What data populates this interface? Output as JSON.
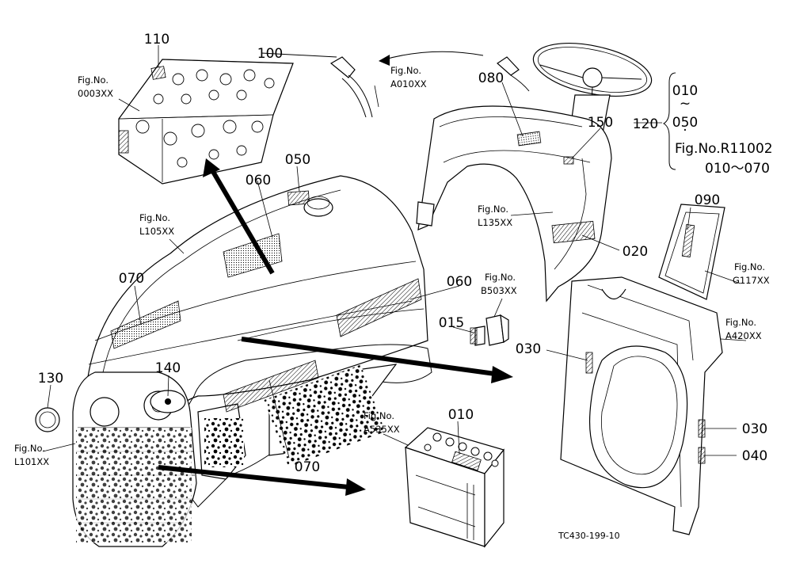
{
  "callouts": {
    "c110": "110",
    "c100": "100",
    "c080": "080",
    "c150": "150",
    "c120": "120",
    "c050": "050",
    "c060a": "060",
    "c060b": "060",
    "c090": "090",
    "c020": "020",
    "c070a": "070",
    "c070b": "070",
    "c015": "015",
    "c030a": "030",
    "c030b": "030",
    "c040": "040",
    "c140": "140",
    "c130": "130",
    "c010": "010"
  },
  "bracket_block": {
    "range_start": "010",
    "tilde": "~",
    "range_end": "050",
    "dot": "·",
    "fig_ref": "Fig.No.R11002",
    "fig_range": "010～070"
  },
  "figrefs": {
    "r0003": {
      "label": "Fig.No.",
      "code": "0003XX"
    },
    "ra010": {
      "label": "Fig.No.",
      "code": "A010XX"
    },
    "rl105": {
      "label": "Fig.No.",
      "code": "L105XX"
    },
    "rl135": {
      "label": "Fig.No.",
      "code": "L135XX"
    },
    "rb503": {
      "label": "Fig.No.",
      "code": "B503XX"
    },
    "rg117": {
      "label": "Fig.No.",
      "code": "G117XX"
    },
    "ra420": {
      "label": "Fig.No.",
      "code": "A420XX"
    },
    "ra535": {
      "label": "Fig.No.",
      "code": "A535XX"
    },
    "rl101": {
      "label": "Fig.No.",
      "code": "L101XX"
    }
  },
  "drawing_number": "TC430-199-10"
}
